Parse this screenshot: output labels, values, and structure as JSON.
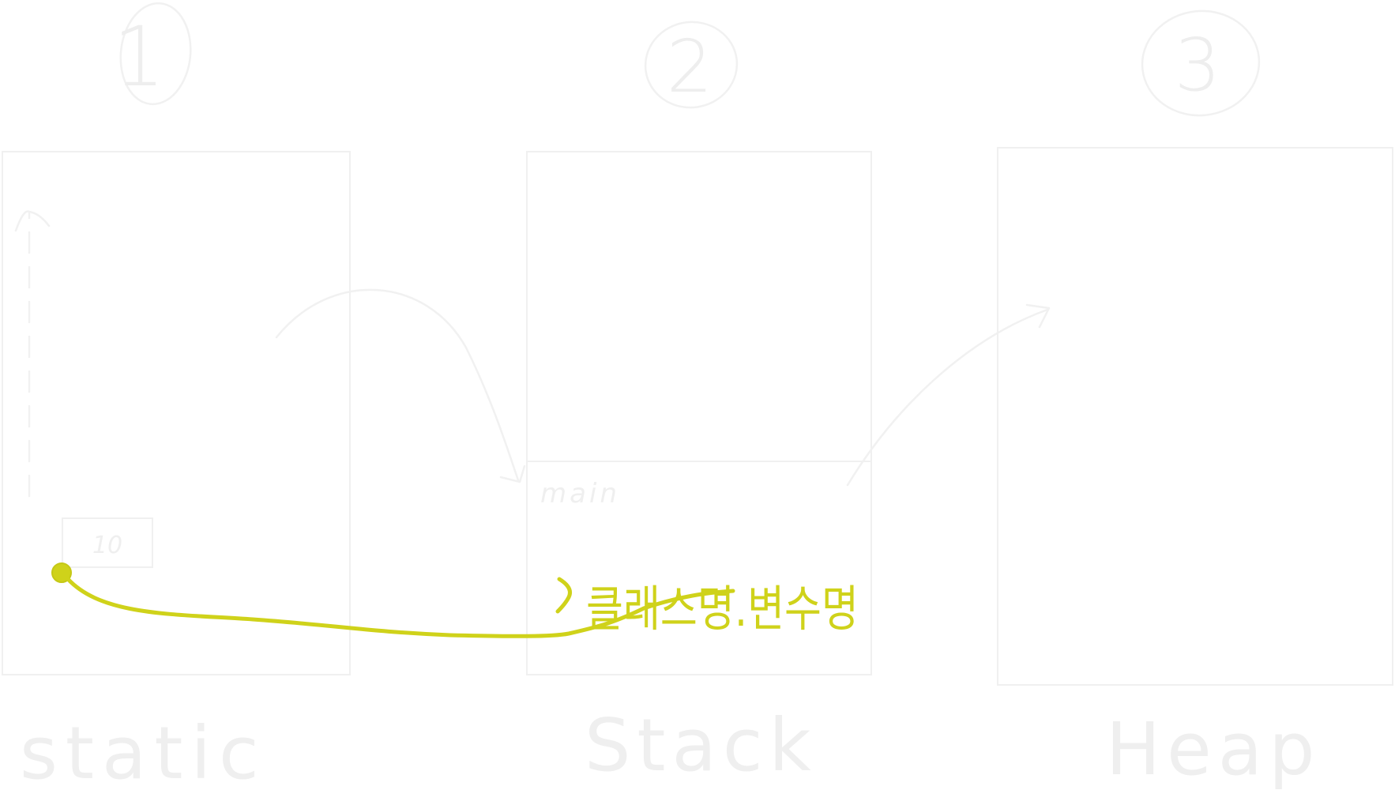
{
  "colors": {
    "accent": "#cfd21a",
    "ghost": "#f0f0f0",
    "background": "#ffffff"
  },
  "regions": [
    {
      "number": "1",
      "label": "static",
      "inner_label": "",
      "value_box": "10"
    },
    {
      "number": "2",
      "label": "Stack",
      "inner_label": "main",
      "value_box": ""
    },
    {
      "number": "3",
      "label": "Heap",
      "inner_label": "",
      "value_box": ""
    }
  ],
  "annotation": {
    "text": "클래스명.변수명"
  },
  "icons": {
    "start_dot": "filled-circle-icon",
    "arrow_head": "chevron-right-icon"
  }
}
